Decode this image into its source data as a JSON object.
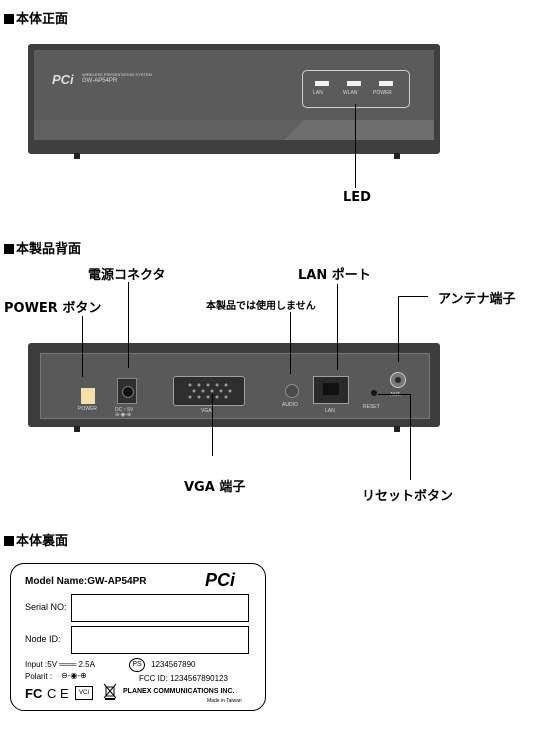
{
  "front": {
    "title": "本体正面",
    "brand": "PCi",
    "system_line": "WIRELESS PRESENTATION SYSTEM",
    "model": "GW-AP54PR",
    "leds": [
      "LAN",
      "WLAN",
      "POWER"
    ],
    "callout": "LED"
  },
  "back": {
    "title": "本製品背面",
    "callouts": {
      "power_button": "POWER ボタン",
      "power_connector": "電源コネクタ",
      "not_used": "本製品では使用しません",
      "lan_port": "LAN ポート",
      "antenna": "アンテナ端子",
      "vga": "VGA 端子",
      "reset": "リセットボタン"
    },
    "panel_labels": {
      "power": "POWER",
      "dc": "DC・5V",
      "vga": "VGA",
      "audio": "AUDIO",
      "lan": "LAN",
      "reset": "RESET",
      "ant": "ANT."
    }
  },
  "bottom": {
    "title": "本体裏面",
    "model_name": "Model Name:GW-AP54PR",
    "brand": "PCi",
    "serial_label": "Serial NO:",
    "node_label": "Node ID:",
    "input": "Input :5V ═══ 2.5A",
    "polarity": "Polarit :",
    "cert_number": "1234567890",
    "fcc_id": "FCC ID: 1234567890123",
    "company": "PLANEX COMMUNICATIONS INC.",
    "made_in": "Made in Taiwan",
    "fc_mark": "FC",
    "ce_mark": "C E",
    "vci_mark": "VCI"
  }
}
